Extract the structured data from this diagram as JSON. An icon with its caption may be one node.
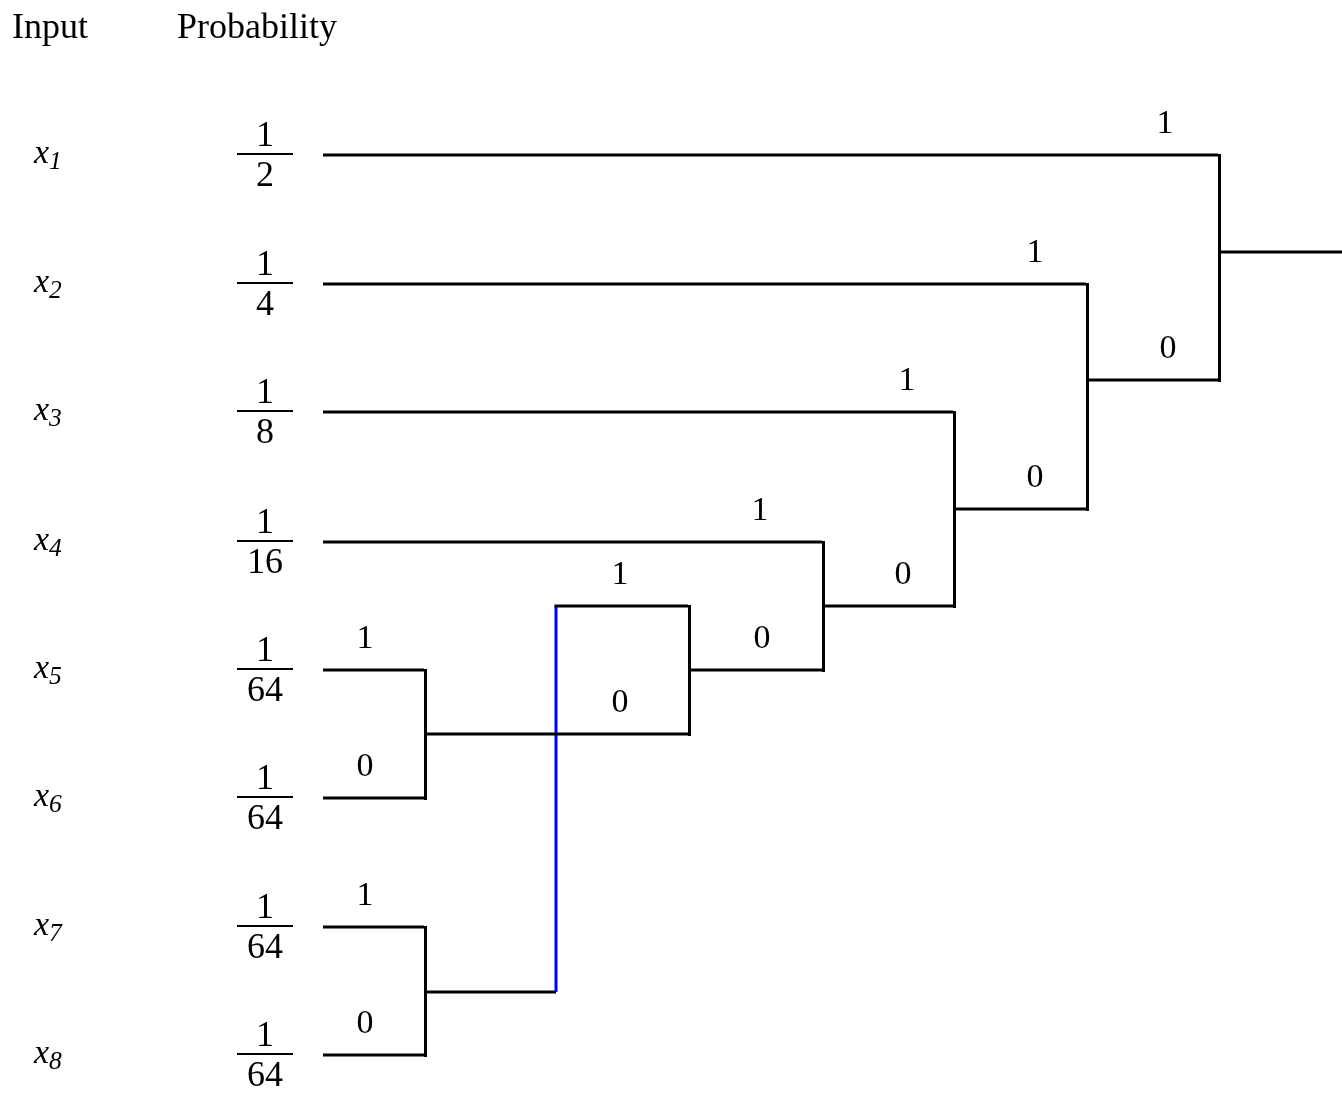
{
  "diagram": {
    "nodes": [
      {
        "text": [
          "1",
          "2"
        ]
      },
      {
        "text": [
          "1",
          "4"
        ]
      },
      {
        "text": [
          "1",
          "8"
        ]
      },
      {
        "text": [
          "1",
          "16"
        ]
      },
      {
        "text": [
          "1",
          "64"
        ]
      },
      {
        "text": [
          "1",
          "64"
        ]
      },
      {
        "text": [
          "1",
          "64"
        ]
      },
      {
        "text": [
          "1",
          "64"
        ]
      },
      {
        "text": [],
        "shape": "bar"
      },
      {
        "text": [],
        "shape": "bar"
      },
      {
        "text": [],
        "shape": "bar"
      },
      {
        "text": [],
        "shape": "bar"
      },
      {
        "text": [],
        "shape": "bar"
      },
      {
        "text": [],
        "shape": "bar"
      },
      {
        "text": [],
        "shape": "bar"
      }
    ],
    "edges": [
      {
        "from": 4,
        "to": 8,
        "arrow": "none",
        "label": "1"
      },
      {
        "from": 5,
        "to": 8,
        "arrow": "none",
        "label": "0"
      },
      {
        "from": 6,
        "to": 9,
        "arrow": "none",
        "label": "1"
      },
      {
        "from": 7,
        "to": 9,
        "arrow": "none",
        "label": "0"
      },
      {
        "from": 9,
        "to": 10,
        "arrow": "none",
        "label": "1",
        "color": "#0000ff"
      },
      {
        "from": 8,
        "to": 10,
        "arrow": "none",
        "label": "0"
      },
      {
        "from": 3,
        "to": 11,
        "arrow": "none",
        "label": "1"
      },
      {
        "from": 10,
        "to": 11,
        "arrow": "none",
        "label": "0"
      },
      {
        "from": 2,
        "to": 12,
        "arrow": "none",
        "label": "1"
      },
      {
        "from": 11,
        "to": 12,
        "arrow": "none",
        "label": "0"
      },
      {
        "from": 1,
        "to": 13,
        "arrow": "none",
        "label": "1"
      },
      {
        "from": 12,
        "to": 13,
        "arrow": "none",
        "label": "0"
      },
      {
        "from": 0,
        "to": 14,
        "arrow": "none",
        "label": "1"
      },
      {
        "from": 13,
        "to": 14,
        "arrow": "none",
        "label": "0"
      },
      {
        "from": 14,
        "to": null,
        "arrow": "none"
      }
    ],
    "labels": [
      "Input",
      "Probability",
      "x$_{1}$",
      "x$_{2}$",
      "x$_{3}$",
      "x$_{4}$",
      "x$_{5}$",
      "x$_{6}$",
      "x$_{7}$",
      "x$_{8}$"
    ]
  }
}
